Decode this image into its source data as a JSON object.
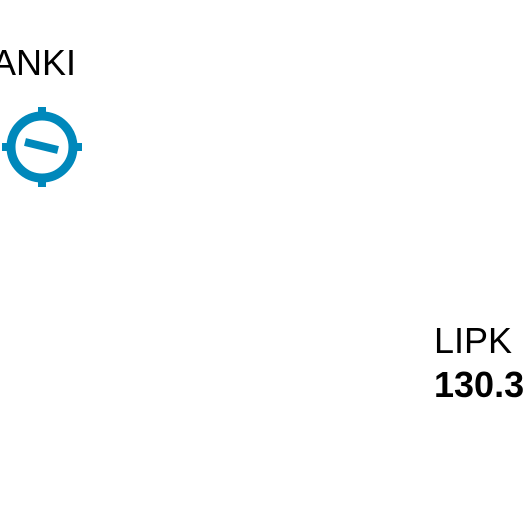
{
  "map": {
    "waypoint_label": "ANKI",
    "station_name": "LIPK",
    "station_frequency": "130.3",
    "waypoint_icon": "target-crosshair-icon",
    "colors": {
      "icon": "#0088bb",
      "text": "#000000",
      "background": "#ffffff"
    }
  }
}
